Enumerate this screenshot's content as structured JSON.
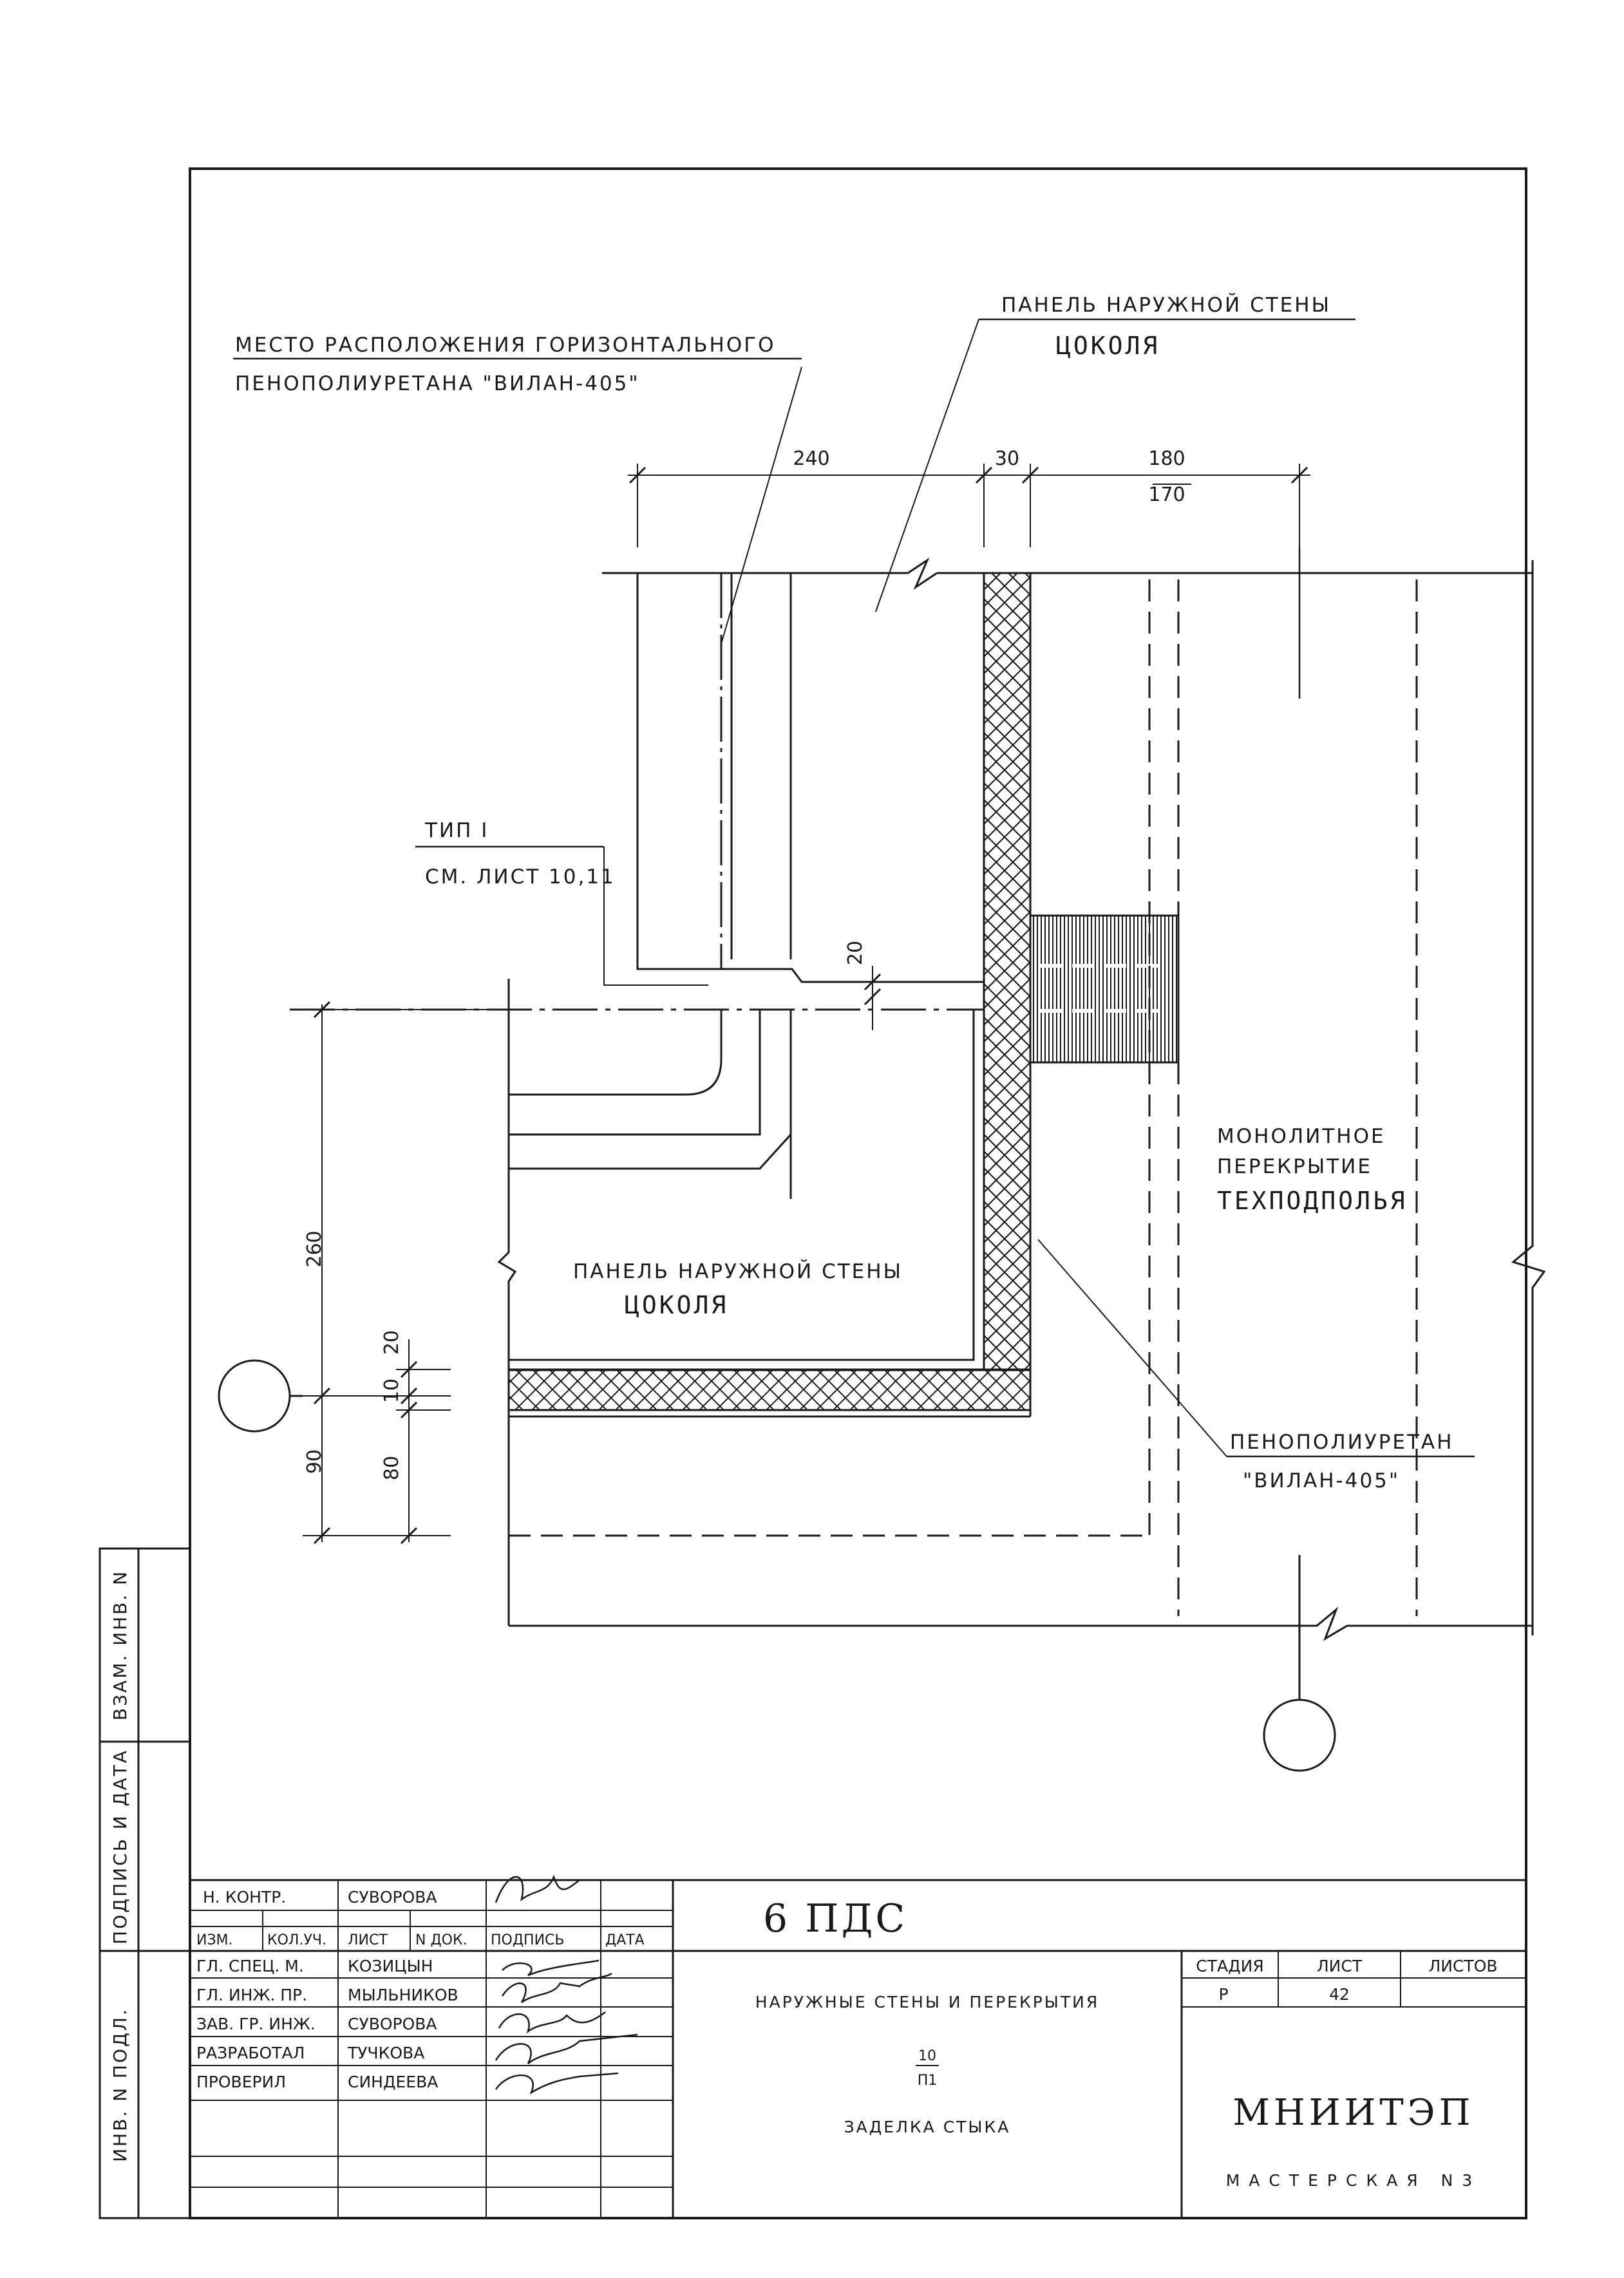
{
  "labels": {
    "foam_location_line1": "МЕСТО РАСПОЛОЖЕНИЯ ГОРИЗОНТАЛЬНОГО",
    "foam_location_line2": "ПЕНОПОЛИУРЕТАНА \"ВИЛАН-405\"",
    "panel_top_line1": "ПАНЕЛЬ НАРУЖНОЙ СТЕНЫ",
    "panel_top_line2": "ЦОКОЛЯ",
    "type_line1": "ТИП I",
    "type_line2": "СМ. ЛИСТ 10,11",
    "monolith_line1": "МОНОЛИТНОЕ",
    "monolith_line2": "ПЕРЕКРЫТИЕ",
    "monolith_line3": "ТЕХПОДПОЛЬЯ",
    "panel_bottom_line1": "ПАНЕЛЬ НАРУЖНОЙ СТЕНЫ",
    "panel_bottom_line2": "ЦОКОЛЯ",
    "foam_right_line1": "ПЕНОПОЛИУРЕТАН",
    "foam_right_line2": "\"ВИЛАН-405\""
  },
  "dimensions": {
    "top": [
      "240",
      "30",
      "180",
      "170"
    ],
    "joint": "20",
    "left_260": "260",
    "left_90": "90",
    "left_20": "20",
    "left_10": "10",
    "left_80": "80"
  },
  "side_stamp": {
    "vzam": "ВЗАМ. ИНВ. N",
    "podpis": "ПОДПИСЬ И ДАТА",
    "inv": "ИНВ. N ПОДЛ."
  },
  "title_block": {
    "rows_top": [
      {
        "role": "Н. КОНТР.",
        "name": "СУВОРОВА"
      }
    ],
    "header": [
      "ИЗМ.",
      "КОЛ.УЧ.",
      "ЛИСТ",
      "N ДОК.",
      "ПОДПИСЬ",
      "ДАТА"
    ],
    "rows": [
      {
        "role": "ГЛ. СПЕЦ. М.",
        "name": "КОЗИЦЫН"
      },
      {
        "role": "ГЛ. ИНЖ. ПР.",
        "name": "МЫЛЬНИКОВ"
      },
      {
        "role": "ЗАВ. ГР. ИНЖ.",
        "name": "СУВОРОВА"
      },
      {
        "role": "РАЗРАБОТАЛ",
        "name": "ТУЧКОВА"
      },
      {
        "role": "ПРОВЕРИЛ",
        "name": "СИНДЕЕВА"
      }
    ],
    "project_code": "6 ПДС",
    "title_line1": "НАРУЖНЫЕ СТЕНЫ И ПЕРЕКРЫТИЯ",
    "node_num": "10",
    "node_den": "П1",
    "title_line3": "ЗАДЕЛКА СТЫКА",
    "stage_head": "СТАДИЯ",
    "sheet_head": "ЛИСТ",
    "sheets_head": "ЛИСТОВ",
    "stage_val": "Р",
    "sheet_val": "42",
    "org": "МНИИТЭП",
    "workshop": "МАСТЕРСКАЯ N3"
  }
}
